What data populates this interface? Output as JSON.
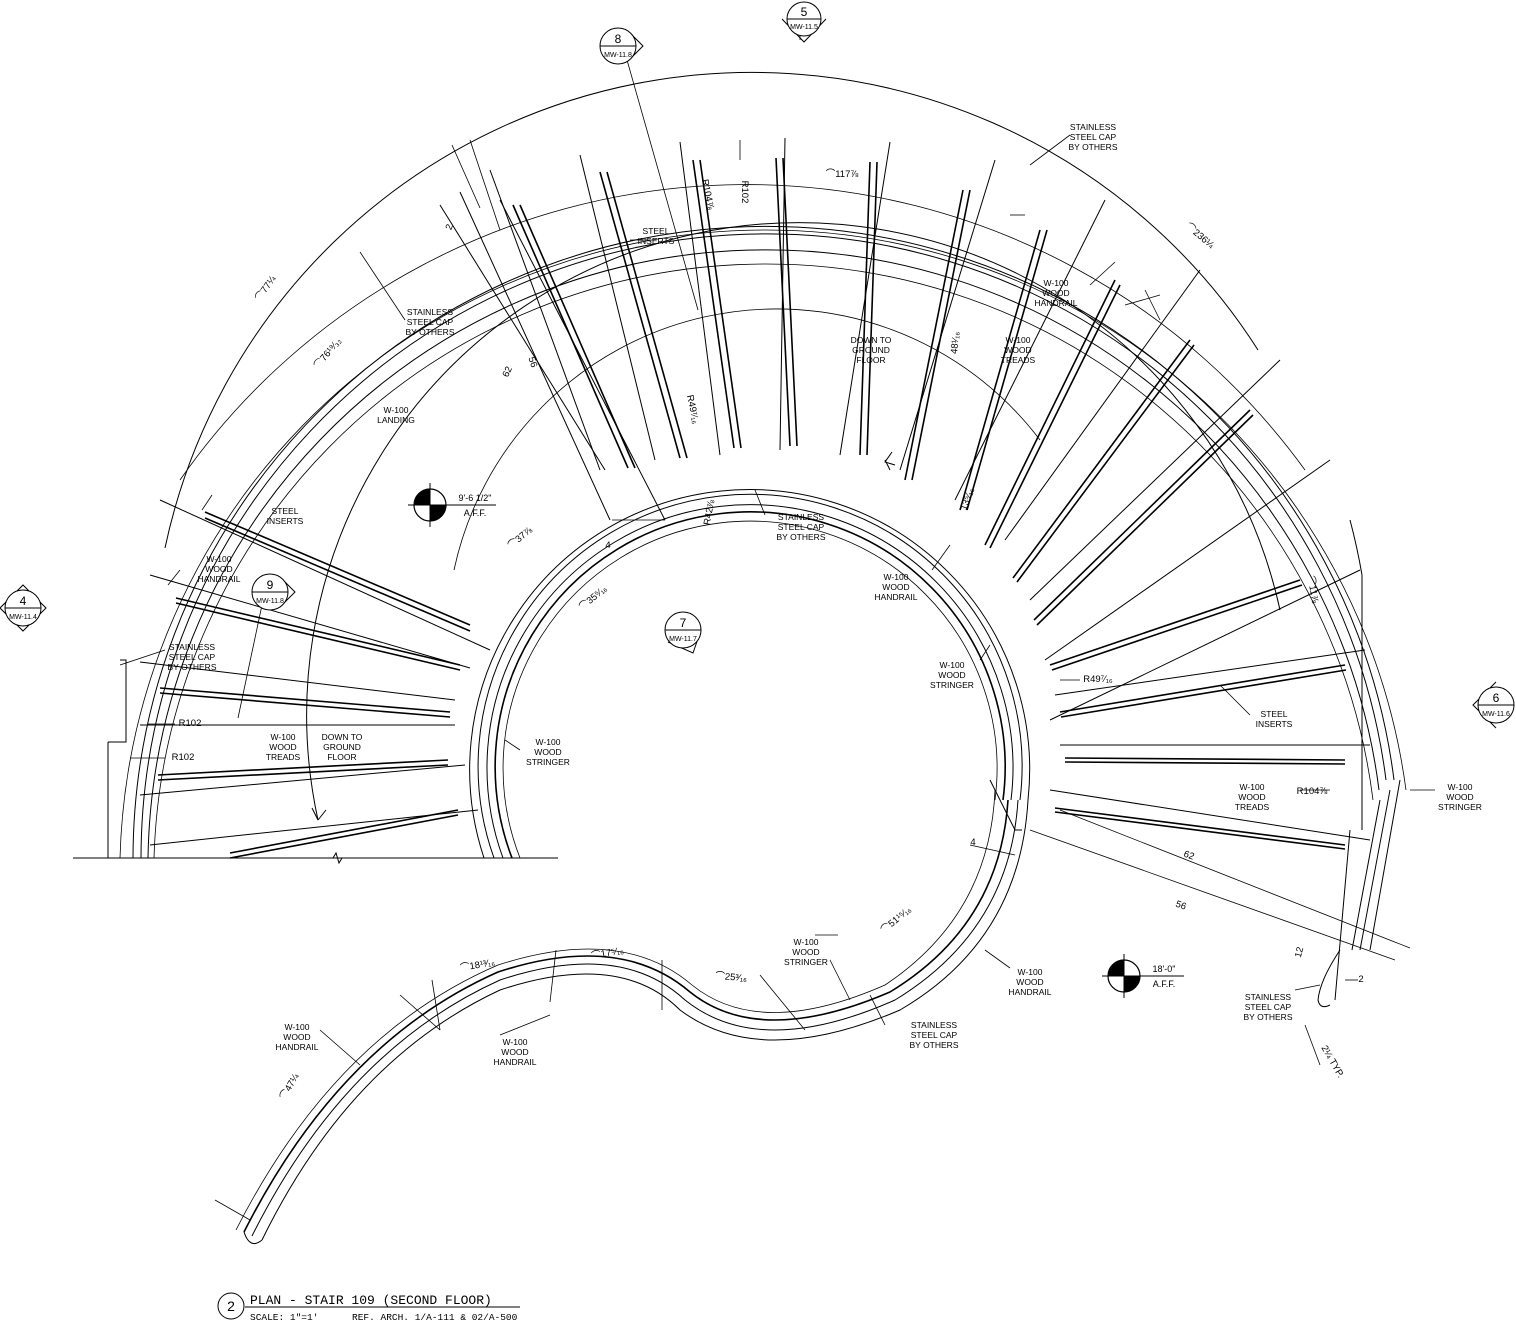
{
  "title": {
    "number": "2",
    "text": "PLAN - STAIR 109 (SECOND FLOOR)",
    "scale": "SCALE: 1\"=1'",
    "reference": "REF. ARCH. 1/A-111 & 02/A-500"
  },
  "section_tags": [
    {
      "number": "4",
      "sheet": "MW-11.4"
    },
    {
      "number": "5",
      "sheet": "MW-11.5"
    },
    {
      "number": "6",
      "sheet": "MW-11.6"
    },
    {
      "number": "7",
      "sheet": "MW-11.7"
    },
    {
      "number": "8",
      "sheet": "MW-11.8"
    },
    {
      "number": "9",
      "sheet": "MW-11.8"
    }
  ],
  "elevations": [
    {
      "height": "9'-6 1/2\"",
      "ref": "A.F.F."
    },
    {
      "height": "18'-0\"",
      "ref": "A.F.F."
    }
  ],
  "labels": [
    {
      "lines": [
        "STAINLESS",
        "STEEL CAP",
        "BY OTHERS"
      ]
    },
    {
      "lines": [
        "STAINLESS",
        "STEEL CAP",
        "BY OTHERS"
      ]
    },
    {
      "lines": [
        "STEEL",
        "INSERTS"
      ]
    },
    {
      "lines": [
        "W-100",
        "LANDING"
      ]
    },
    {
      "lines": [
        "STEEL",
        "INSERTS"
      ]
    },
    {
      "lines": [
        "W-100",
        "WOOD",
        "HANDRAIL"
      ]
    },
    {
      "lines": [
        "STAINLESS",
        "STEEL CAP",
        "BY OTHERS"
      ]
    },
    {
      "lines": [
        "W-100",
        "WOOD",
        "TREADS"
      ]
    },
    {
      "lines": [
        "DOWN TO",
        "GROUND",
        "FLOOR"
      ]
    },
    {
      "lines": [
        "W-100",
        "WOOD",
        "STRINGER"
      ]
    },
    {
      "lines": [
        "STAINLESS",
        "STEEL CAP",
        "BY OTHERS"
      ]
    },
    {
      "lines": [
        "DOWN TO",
        "GROUND",
        "FLOOR"
      ]
    },
    {
      "lines": [
        "W-100",
        "WOOD",
        "HANDRAIL"
      ]
    },
    {
      "lines": [
        "W-100",
        "WOOD",
        "TREADS"
      ]
    },
    {
      "lines": [
        "W-100",
        "WOOD",
        "HANDRAIL"
      ]
    },
    {
      "lines": [
        "W-100",
        "WOOD",
        "STRINGER"
      ]
    },
    {
      "lines": [
        "STAINLESS",
        "STEEL CAP",
        "BY OTHERS"
      ]
    },
    {
      "lines": [
        "STEEL",
        "INSERTS"
      ]
    },
    {
      "lines": [
        "W-100",
        "WOOD",
        "TREADS"
      ]
    },
    {
      "lines": [
        "W-100",
        "WOOD",
        "STRINGER"
      ]
    },
    {
      "lines": [
        "W-100",
        "WOOD",
        "HANDRAIL"
      ]
    },
    {
      "lines": [
        "W-100",
        "WOOD",
        "STRINGER"
      ]
    },
    {
      "lines": [
        "W-100",
        "WOOD",
        "HANDRAIL"
      ]
    },
    {
      "lines": [
        "STAINLESS",
        "STEEL CAP",
        "BY OTHERS"
      ]
    },
    {
      "lines": [
        "W-100",
        "WOOD",
        "HANDRAIL"
      ]
    },
    {
      "lines": [
        "STAINLESS",
        "STEEL CAP",
        "BY OTHERS"
      ]
    }
  ],
  "dimensions": [
    "R104⅞",
    "R102",
    "⌒117⅞",
    "⌒236¼",
    "⌒77¼",
    "⌒76¹⁹⁄₃₂",
    "2",
    "56",
    "62",
    "R49⁷⁄₁₆",
    "48¹⁄₁₆",
    "13⁵⁄₁₆",
    "⌒37⅞",
    "R42⅞",
    "4",
    "⌒35⁵⁄₁₆",
    "⌒11⅞",
    "R49⁷⁄₁₆",
    "R102",
    "R102",
    "R104⅞",
    "4",
    "62",
    "56",
    "⌒51¹⁵⁄₁₆",
    "⌒18¹³⁄₁₆",
    "⌒17⁵⁄₁₆",
    "⌒25³⁄₁₆",
    "⌒47¼",
    "12",
    "2",
    "2¼ TYP."
  ]
}
